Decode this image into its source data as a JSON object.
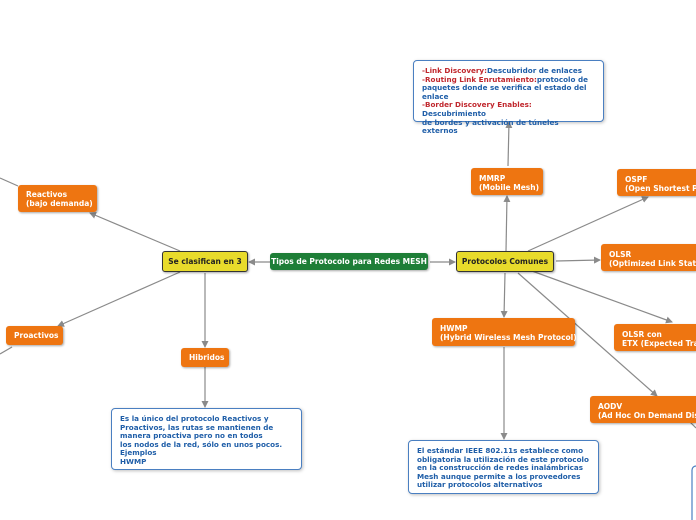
{
  "center": {
    "label": "Tipos de Protocolo para Redes MESH"
  },
  "clasifican": {
    "label": "Se clasifican en 3",
    "children": {
      "reactivos": "Reactivos\n(bajo demanda)",
      "proactivos": "Proactivos",
      "hibridos": "Hibridos"
    },
    "hibridos_note": [
      "Es la único del protocolo Reactivos y",
      "Proactivos, las rutas se mantienen de",
      "manera proactiva pero no en todos",
      "los nodos de la red, sólo en unos pocos.",
      "Ejemplos",
      "HWMP"
    ]
  },
  "comunes": {
    "label": "Protocolos Comunes",
    "children": {
      "mmrp": "MMRP\n(Mobile Mesh)",
      "ospf": "OSPF\n(Open Shortest Pa",
      "olsr": "OLSR\n(Optimized Link State",
      "olsr_etx": "OLSR con\nETX (Expected Tras",
      "aodv": "AODV\n(Ad Hoc On Demand Dista",
      "hwmp": "HWMP\n(Hybrid Wireless Mesh Protocol)"
    },
    "mmrp_note": {
      "link_term": "-Link Discovery:",
      "link_desc": "Descubridor de enlaces",
      "routing_term": "-Routing Link Enrutamiento:",
      "routing_desc_1": "protocolo de",
      "routing_desc_2": "paquetes donde se verifica el estado del",
      "routing_desc_3": "enlace",
      "border_term": "-Border Discovery Enables:",
      "border_desc_1": " Descubrimiento",
      "border_desc_2": "de bordes y activación de túneles externos"
    },
    "hwmp_note": [
      "El estándar IEEE 802.11s establece como",
      "obligatoria la utilización de este protocolo",
      "en la construcción de redes inalámbricas",
      "Mesh aunque permite a los proveedores",
      "utilizar protocolos alternativos"
    ]
  },
  "colors": {
    "orange": "#ee7511",
    "yellow": "#e8db2b",
    "green": "#1e7e37",
    "note_border": "#4a7fc1",
    "note_text": "#1f5ea8",
    "note_term": "#c0272d",
    "connector": "#8a8a8a"
  }
}
